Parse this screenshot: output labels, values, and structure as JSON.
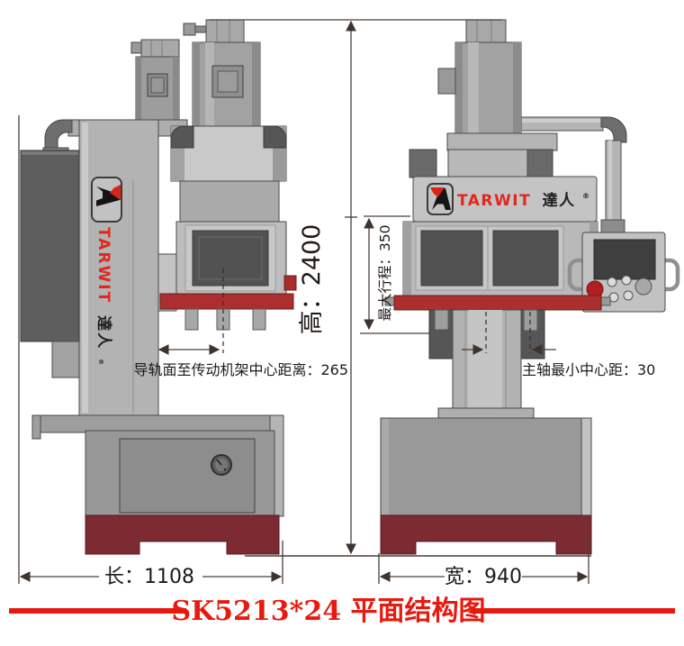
{
  "caption": "SK5213*24 平面结构图",
  "brand": {
    "name": "TARWIT",
    "suffix": "達人",
    "registered": "®"
  },
  "dimensions": {
    "height": "高：2400",
    "max_stroke": "最大行程：350",
    "rail_distance": "导轨面至传动机架中心距离：265",
    "spindle_min": "主轴最小中心距：30",
    "length": "长：1108",
    "width": "宽：940"
  },
  "colors": {
    "accent_red": "#e8190f",
    "table_red": "#ab2f2f",
    "base_maroon": "#7d2b33",
    "machine_gray": "#b3b3b3",
    "dark_panel": "#5d5d5d",
    "dimension_line": "#4a3f38"
  }
}
